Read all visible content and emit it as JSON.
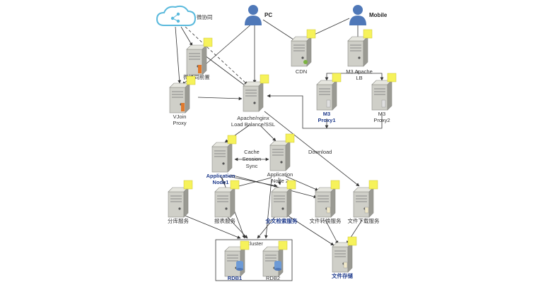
{
  "colors": {
    "server_body": "#cfcfc8",
    "server_dark": "#6b6b66",
    "sticky": "#f6f25a",
    "line": "#333333",
    "blue_text": "#1f3b8c",
    "user": "#4f78b8",
    "cloud": "#59b9dc"
  },
  "nodes": {
    "cloud_label": "微协同",
    "pc_label": "PC",
    "mobile_label": "Mobile",
    "mx_proxy_label": "微协同前置",
    "vjoin_label_1": "VJoin",
    "vjoin_label_2": "Proxy",
    "cdn_label": "CDN",
    "m3_apache_label_1": "M3 Apache",
    "m3_apache_label_2": "LB",
    "lb_label_1": "Apache/nginx",
    "lb_label_2": "Load Balance/SSL",
    "m3_proxy1_label_1": "M3",
    "m3_proxy1_label_2": "Proxy1",
    "m3_proxy2_label_1": "M3",
    "m3_proxy2_label_2": "Proxy2",
    "download_label": "Download",
    "cache_label_1": "Cache",
    "cache_label_2": "Session",
    "cache_label_3": "Sync",
    "app1_label_1": "Application",
    "app1_label_2": "Node1",
    "app2_label_1": "Application",
    "app2_label_2": "Node 2",
    "fenku_label": "分库服务",
    "report_label": "报表服务",
    "search_label": "全文检索服务",
    "convert_label": "文件转换服务",
    "dl_service_label": "文件下载服务",
    "cluster_label": "Cluster",
    "rdb1_label": "RDB1",
    "rdb2_label": "RDB2",
    "storage_label": "文件存储"
  }
}
